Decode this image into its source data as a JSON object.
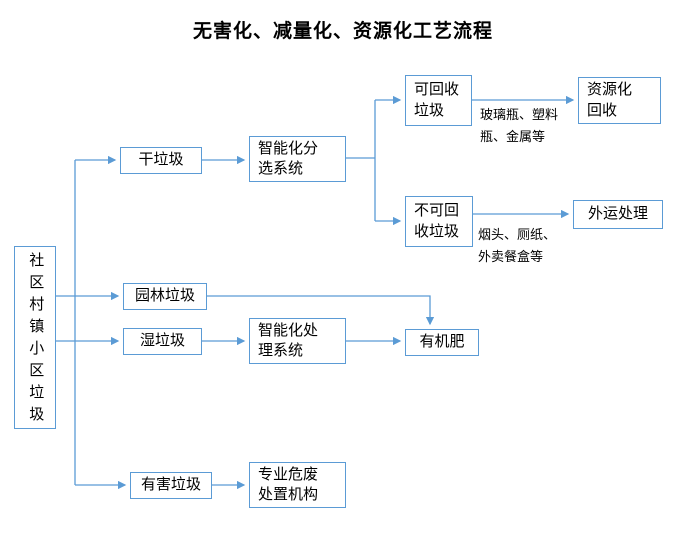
{
  "title": "无害化、减量化、资源化工艺流程",
  "colors": {
    "box_border": "#5B9BD5",
    "arrow": "#5B9BD5",
    "text": "#000000",
    "background": "#FFFFFF"
  },
  "nodes": {
    "source": {
      "label": "社区村镇小区垃圾"
    },
    "dry": {
      "label": "干垃圾"
    },
    "sorting": {
      "label": "智能化分\n选系统"
    },
    "recyclable": {
      "label": "可回收\n垃圾"
    },
    "resource": {
      "label": "资源化\n回收"
    },
    "non_recyclable": {
      "label": "不可回\n收垃圾"
    },
    "external": {
      "label": "外运处理"
    },
    "garden": {
      "label": "园林垃圾"
    },
    "wet": {
      "label": "湿垃圾"
    },
    "processing": {
      "label": "智能化处\n理系统"
    },
    "organic": {
      "label": "有机肥"
    },
    "hazardous": {
      "label": "有害垃圾"
    },
    "disposal": {
      "label": "专业危废\n处置机构"
    }
  },
  "annotations": {
    "recyclable_examples": "玻璃瓶、塑料\n瓶、金属等",
    "non_recyclable_examples": "烟头、厕纸、\n外卖餐盒等"
  }
}
